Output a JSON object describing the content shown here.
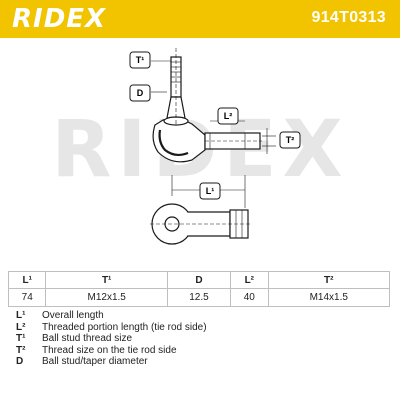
{
  "header": {
    "brand": "RIDEX",
    "part_number": "914T0313",
    "color": "#f2c400"
  },
  "watermark": "RIDEX",
  "labels": {
    "t1": "T¹",
    "d": "D",
    "l2": "L²",
    "t2": "T²",
    "l1": "L¹"
  },
  "spec_table": {
    "headers": [
      "L¹",
      "T¹",
      "D",
      "L²",
      "T²"
    ],
    "values": [
      "74",
      "M12x1.5",
      "12.5",
      "40",
      "M14x1.5"
    ]
  },
  "legend": [
    {
      "key": "L¹",
      "desc": "Overall length"
    },
    {
      "key": "L²",
      "desc": "Threaded portion length (tie rod side)"
    },
    {
      "key": "T¹",
      "desc": "Ball stud thread size"
    },
    {
      "key": "T²",
      "desc": "Thread size on the tie rod side"
    },
    {
      "key": "D",
      "desc": "Ball stud/taper diameter"
    }
  ]
}
